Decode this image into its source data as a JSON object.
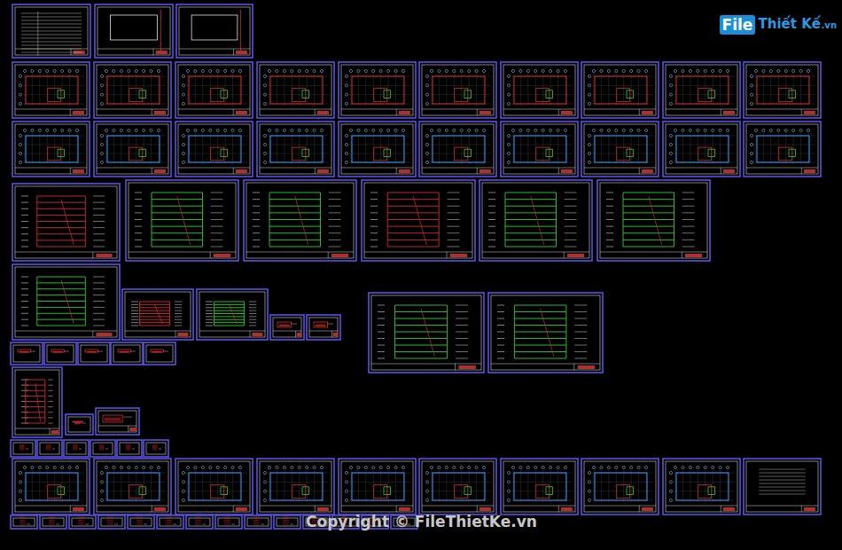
{
  "diagram": {
    "labels": [
      "File",
      "Thiết Kế",
      ".vn",
      "Copyright © FileThietKe.vn"
    ]
  }
}
